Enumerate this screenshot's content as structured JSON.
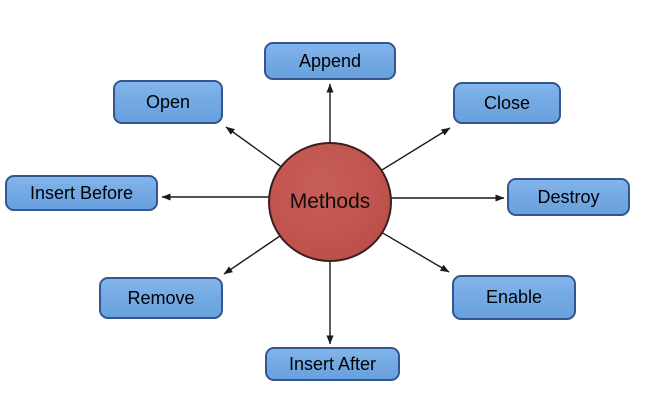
{
  "diagram": {
    "center": {
      "label": "Methods"
    },
    "nodes": [
      {
        "id": "open",
        "label": "Open"
      },
      {
        "id": "append",
        "label": "Append"
      },
      {
        "id": "close",
        "label": "Close"
      },
      {
        "id": "insert_before",
        "label": "Insert Before"
      },
      {
        "id": "destroy",
        "label": "Destroy"
      },
      {
        "id": "remove",
        "label": "Remove"
      },
      {
        "id": "enable",
        "label": "Enable"
      },
      {
        "id": "insert_after",
        "label": "Insert After"
      }
    ],
    "colors": {
      "background": "#ffffff",
      "node_fill": "#74aae4",
      "node_border": "#33568c",
      "center_fill": "#c1544e",
      "center_border": "#3a1f1d",
      "arrow": "#1a1a1a",
      "text": "#000000"
    }
  }
}
